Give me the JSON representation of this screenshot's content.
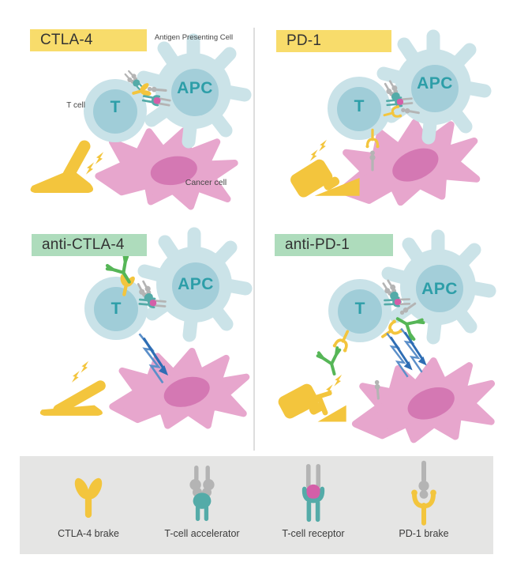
{
  "figure": {
    "panels": [
      {
        "title": "CTLA-4",
        "apc_label": "APC",
        "t_label": "T"
      },
      {
        "title": "PD-1",
        "apc_label": "APC",
        "t_label": "T"
      },
      {
        "title": "anti-CTLA-4",
        "apc_label": "APC",
        "t_label": "T"
      },
      {
        "title": "anti-PD-1",
        "apc_label": "APC",
        "t_label": "T"
      }
    ],
    "annotations": {
      "antigen_presenting_cell": "Antigen Presenting Cell",
      "t_cell": "T cell",
      "cancer_cell": "Cancer cell"
    },
    "legend": {
      "items": [
        {
          "icon": "ctla4-brake-icon",
          "label": "CTLA-4 brake"
        },
        {
          "icon": "t-cell-accelerator-icon",
          "label": "T-cell accelerator"
        },
        {
          "icon": "t-cell-receptor-icon",
          "label": "T-cell receptor"
        },
        {
          "icon": "pd1-brake-icon",
          "label": "PD-1 brake"
        }
      ]
    },
    "colors": {
      "title_highlight_yellow": "#F8DC6B",
      "title_highlight_green": "#AEDCBC",
      "cell_blue_outer": "#CBE3E8",
      "cell_blue_inner": "#A3CED9",
      "cell_text_teal": "#2D9EA8",
      "cancer_pink": "#E7A6CD",
      "cancer_nucleus_pink": "#D478B3",
      "receptor_yellow": "#F3C53D",
      "receptor_teal": "#54ABA8",
      "receptor_gray": "#B4B4B4",
      "antigen_pink": "#D45FA8",
      "antibody_green": "#56B657",
      "activation_arrow_blue": "#2E6DB4",
      "legend_background": "#E5E5E4"
    }
  }
}
